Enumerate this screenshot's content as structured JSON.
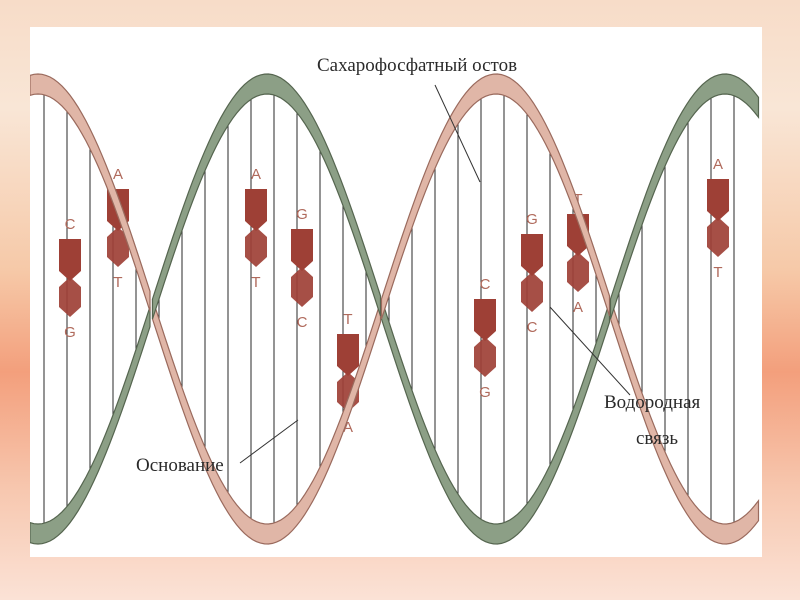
{
  "labels": {
    "backbone": "Сахарофосфатный остов",
    "base": "Основание",
    "hydrogen_bond_line1": "Водородная",
    "hydrogen_bond_line2": "связь"
  },
  "base_pairs": [
    {
      "top": "C",
      "bottom": "G"
    },
    {
      "top": "A",
      "bottom": "T"
    },
    {
      "top": "A",
      "bottom": "T"
    },
    {
      "top": "G",
      "bottom": "C"
    },
    {
      "top": "T",
      "bottom": "A"
    },
    {
      "top": "C",
      "bottom": "G"
    },
    {
      "top": "G",
      "bottom": "C"
    },
    {
      "top": "T",
      "bottom": "A"
    },
    {
      "top": "A",
      "bottom": "T"
    }
  ],
  "colors": {
    "strand_green": "#8c9f86",
    "strand_green_edge": "#55654f",
    "strand_pink": "#e0b6a7",
    "strand_pink_edge": "#9a6a5d",
    "base_block": "#9e4036",
    "rung_line": "#3c3c3c",
    "letter": "#b06a5c"
  }
}
